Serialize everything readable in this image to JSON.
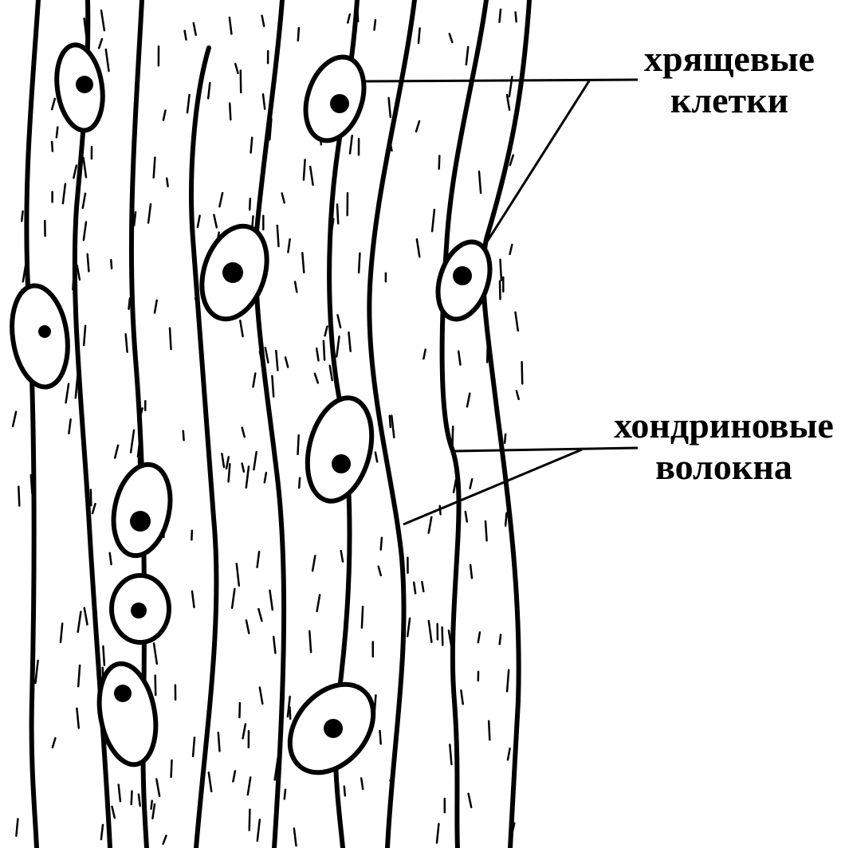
{
  "labels": {
    "cells_line1": "хрящевые",
    "cells_line2": "клетки",
    "fibers_line1": "хондриновые",
    "fibers_line2": "волокна"
  },
  "colors": {
    "background": "#ffffff",
    "ink": "#000000"
  }
}
